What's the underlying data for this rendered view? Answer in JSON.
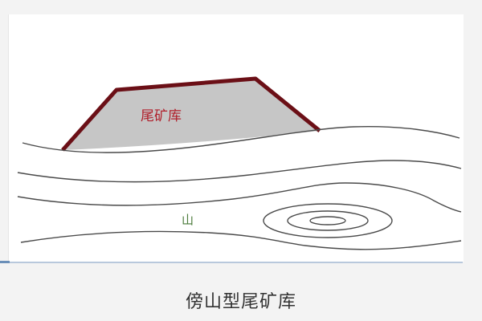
{
  "diagram": {
    "pond_label": "尾矿库",
    "mountain_label": "山",
    "caption": "傍山型尾矿库"
  },
  "colors": {
    "pond_fill": "#c6c6c6",
    "dam_outline": "#6b0f16",
    "pond_label": "#b01e2a",
    "mountain_label": "#4a7a3a",
    "contour": "#4a4a4a"
  }
}
